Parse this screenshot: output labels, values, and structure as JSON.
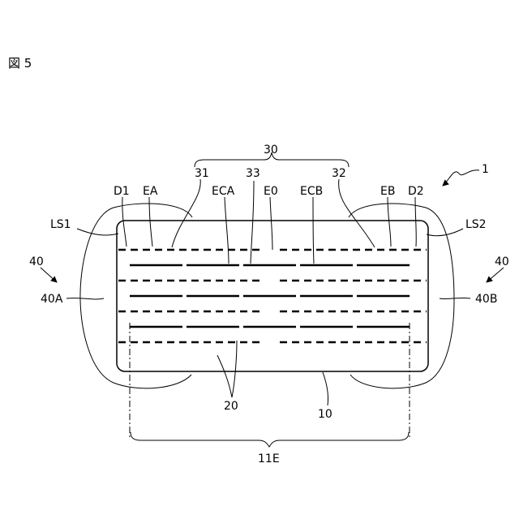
{
  "figure": {
    "title": "図 5"
  },
  "labels": {
    "l_30": "30",
    "l_31": "31",
    "l_33": "33",
    "l_32": "32",
    "l_1": "1",
    "l_d1": "D1",
    "l_ea": "EA",
    "l_eca": "ECA",
    "l_e0": "E0",
    "l_ecb": "ECB",
    "l_eb": "EB",
    "l_d2": "D2",
    "l_ls1": "LS1",
    "l_ls2": "LS2",
    "l_40_left": "40",
    "l_40_right": "40",
    "l_40a": "40A",
    "l_40b": "40B",
    "l_20": "20",
    "l_10": "10",
    "l_11e": "11E"
  }
}
